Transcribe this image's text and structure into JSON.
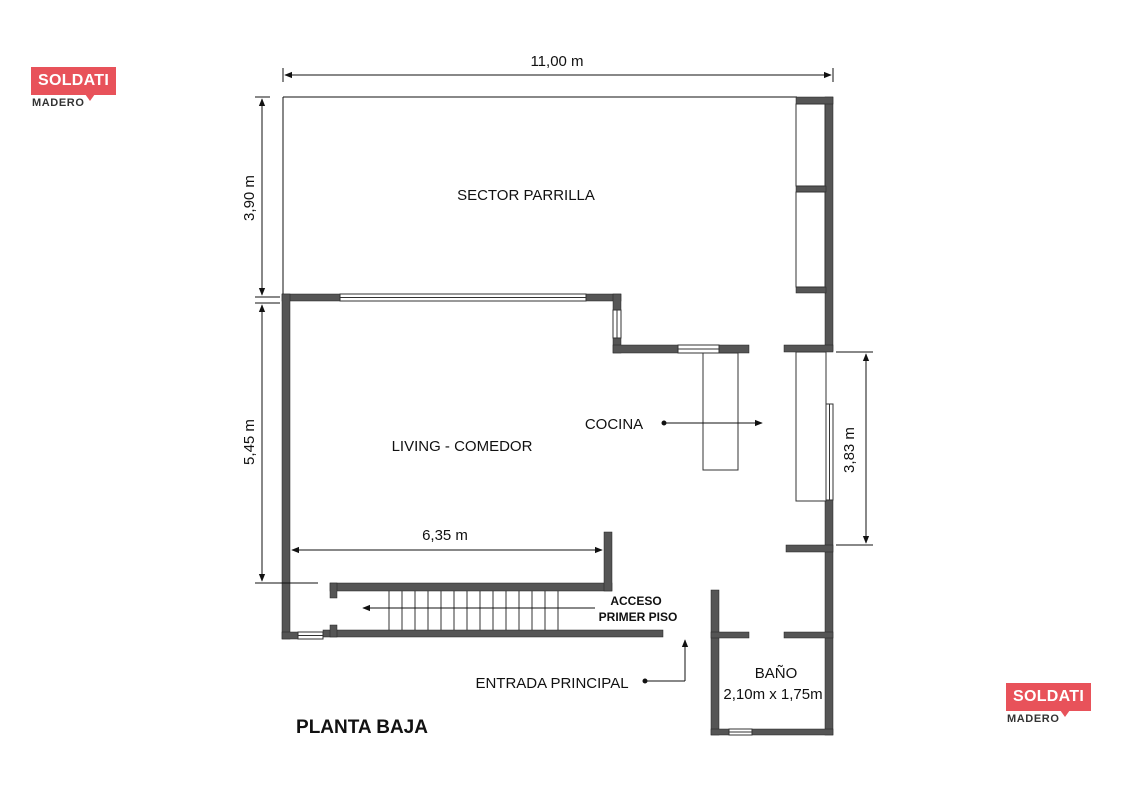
{
  "brand": {
    "name": "SOLDATI",
    "subtitle": "MADERO",
    "color": "#e8525a"
  },
  "plan": {
    "title": "PLANTA BAJA",
    "rooms": {
      "grill": "SECTOR PARRILLA",
      "living": "LIVING - COMEDOR",
      "kitchen": "COCINA",
      "bath": "BAÑO",
      "bath_size": "2,10m x 1,75m"
    },
    "dimensions": {
      "total_width": "11,00 m",
      "grill_depth": "3,90 m",
      "living_depth": "5,45 m",
      "stair_length": "6,35 m",
      "kitchen_length": "3,83 m"
    },
    "labels": {
      "stair_access_1": "ACCESO",
      "stair_access_2": "PRIMER PISO",
      "main_entrance": "ENTRADA PRINCIPAL"
    },
    "colors": {
      "wall": "#555555",
      "line": "#111111"
    }
  }
}
